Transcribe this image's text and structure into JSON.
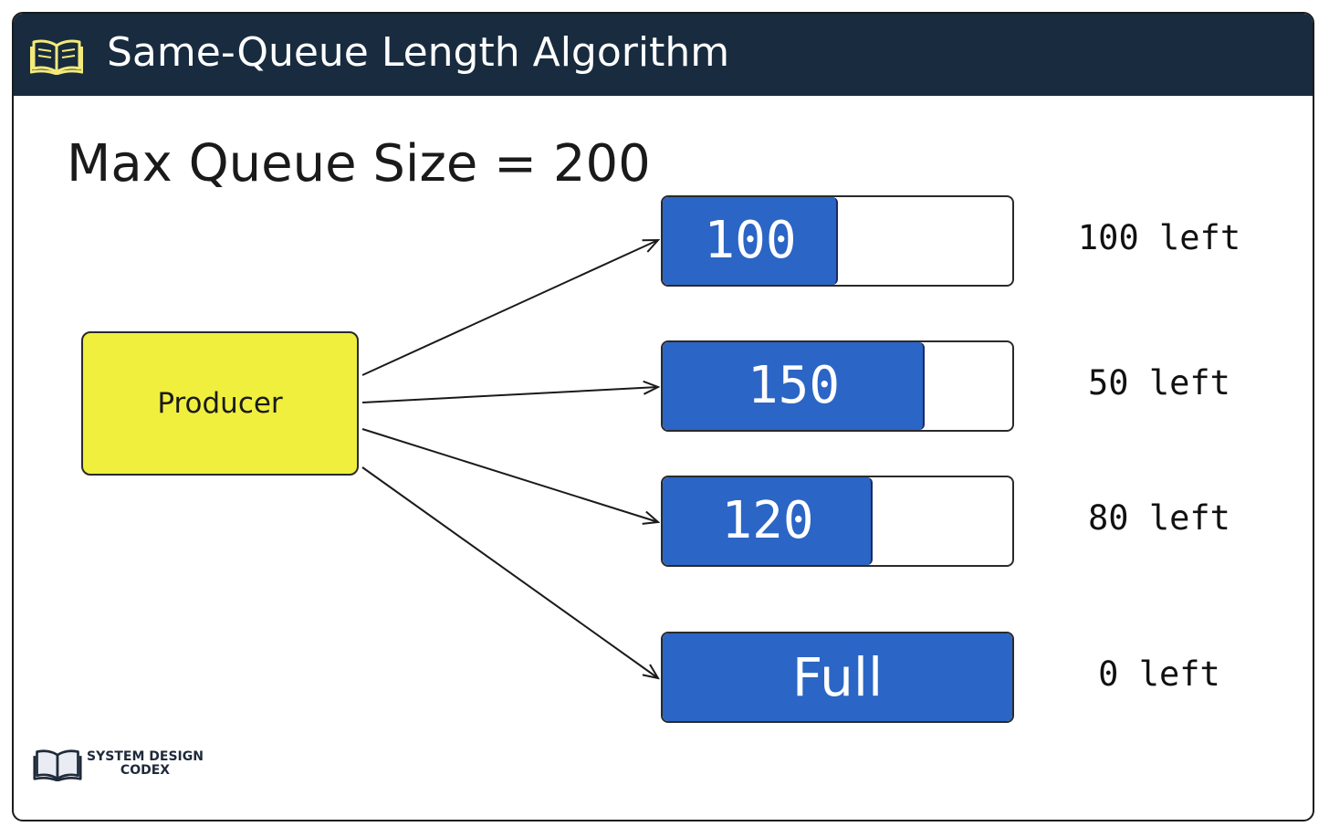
{
  "header": {
    "title": "Same-Queue Length Algorithm",
    "icon": "open-book-icon",
    "background": "#182b3f",
    "icon_color": "#f3ea7a"
  },
  "max_queue_size_label": "Max Queue Size = 200",
  "max_queue_size": 200,
  "producer": {
    "label": "Producer",
    "color": "#f0ef3e"
  },
  "queues": [
    {
      "value_label": "100",
      "fill_amount": 100,
      "remaining_label": "100 left"
    },
    {
      "value_label": "150",
      "fill_amount": 150,
      "remaining_label": "50 left"
    },
    {
      "value_label": "120",
      "fill_amount": 120,
      "remaining_label": "80 left"
    },
    {
      "value_label": "Full",
      "fill_amount": 200,
      "remaining_label": "0 left"
    }
  ],
  "queue_fill_color": "#2b65c5",
  "logo": {
    "line1": "SYSTEM DESIGN",
    "line2": "CODEX",
    "icon": "open-book-icon"
  }
}
